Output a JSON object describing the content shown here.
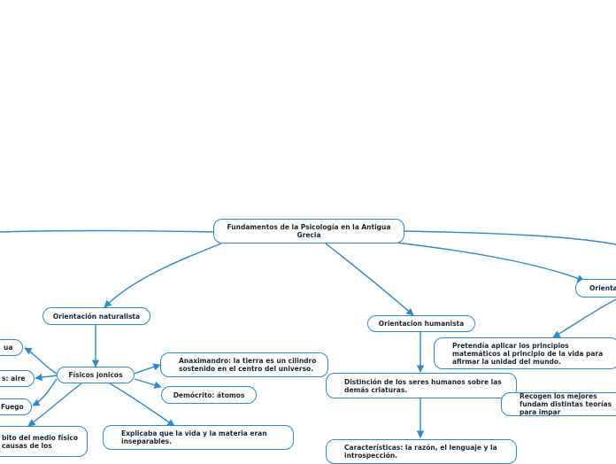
{
  "diagram": {
    "type": "mind-map",
    "colors": {
      "line": "#2b8ad0",
      "node_border": "#2b8ad0",
      "text": "#1b2631",
      "background": "#ffffff"
    },
    "nodes": {
      "root": "Fundamentos de la Psicología en la Antigua Grecia",
      "naturalista": "Orientación naturalista",
      "humanista": "Orientacion humanista",
      "right_branch": "Orientac",
      "fisicos": "Físicos jonicos",
      "agua": "ua",
      "aire": "s: aire",
      "fuego": "Fuego",
      "ambito": "bito del medio físico causas de los",
      "anaximandro": "Anaximandro: la tierra es un cilindro sostenido en el centro del universo.",
      "democrito": "Demócrito: átomos",
      "explicaba": "Explicaba que la vida y la materia eran inseparables.",
      "distincion": "Distinción de los seres humanos sobre las demás criaturas.",
      "caracteristicas": "Características: la razón, el lenguaje y la introspección.",
      "pretendia": "Pretendía aplicar los principios matemáticos al principio de la vida para afirmar la unidad del mundo.",
      "recogen": "Recogen los mejores fundam distintas teorías para impar"
    }
  }
}
